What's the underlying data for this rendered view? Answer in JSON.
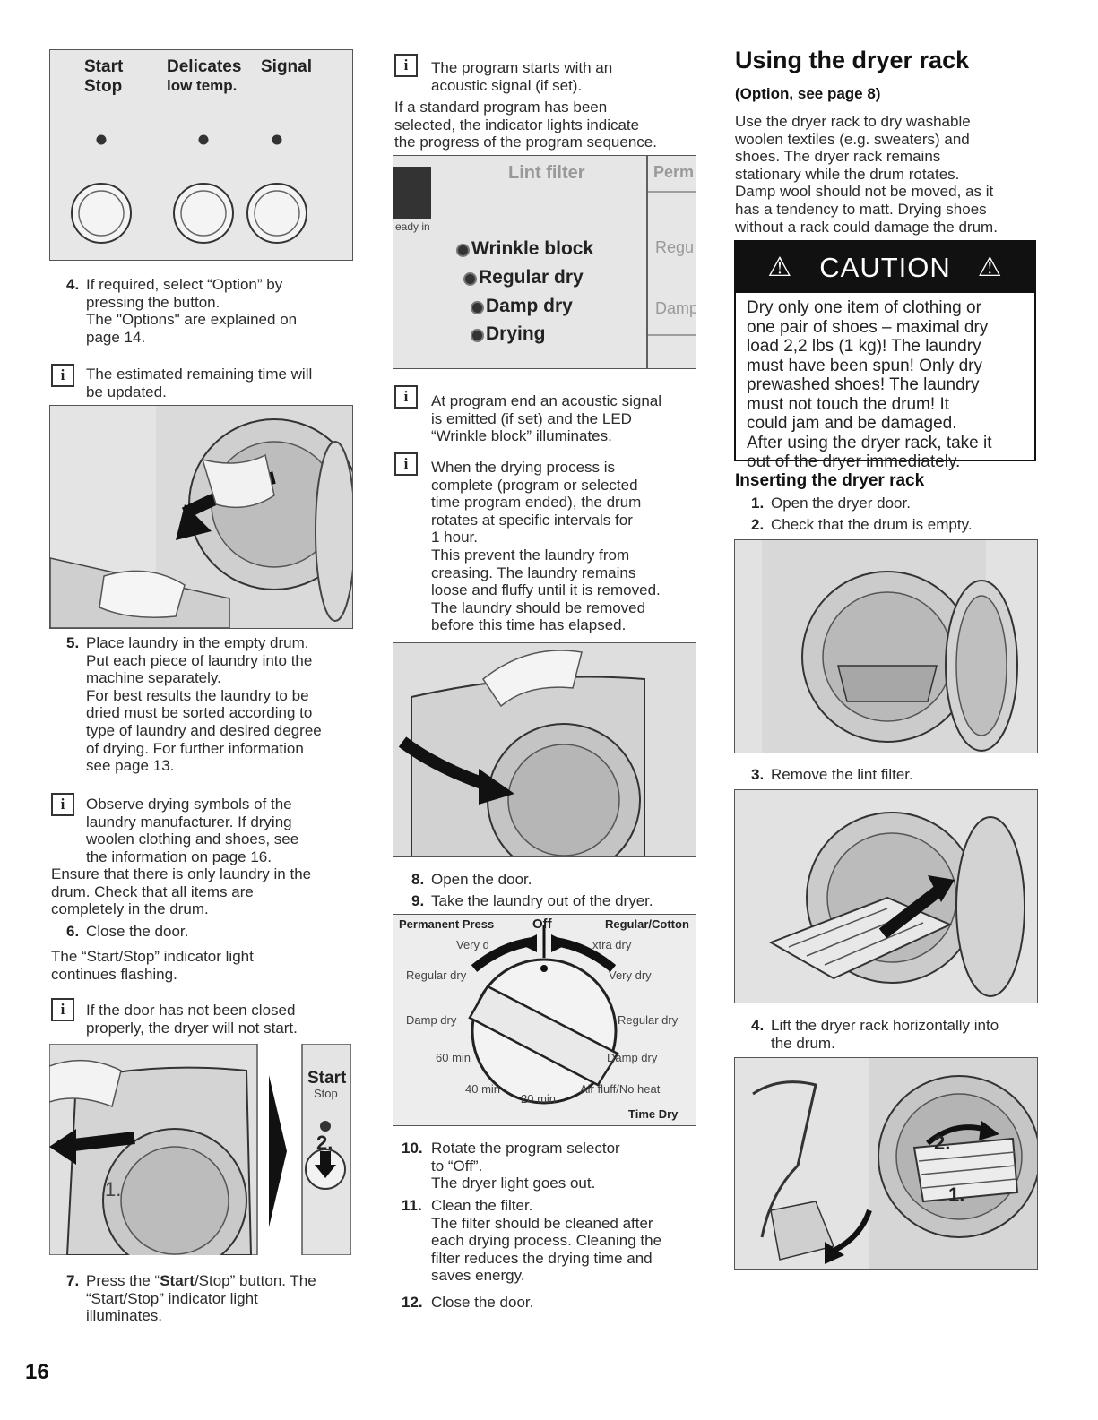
{
  "page_number": "16",
  "col1": {
    "fig_panel": {
      "label1_line1": "Start",
      "label1_line2": "Stop",
      "label2_line1": "Delicates",
      "label2_line2": "low temp.",
      "label3": "Signal"
    },
    "step4": {
      "num": "4.",
      "text1": "If required, select “Option” by",
      "text2": "pressing the button.",
      "text3": "The \"Options\" are explained on",
      "text4": "page 14."
    },
    "note1": {
      "icon": "i",
      "line1": "The estimated remaining time will",
      "line2": "be updated."
    },
    "step5": {
      "num": "5.",
      "lines": [
        "Place laundry in the empty drum.",
        "Put each piece of laundry into the",
        "machine separately.",
        "For best results the laundry to be",
        "dried must be sorted according to",
        "type of laundry and desired degree",
        "of drying. For further information",
        "see page 13."
      ]
    },
    "note2": {
      "icon": "i",
      "lines": [
        "Observe drying symbols of the",
        "laundry manufacturer. If drying",
        "woolen clothing and shoes, see",
        "the information on page 16."
      ]
    },
    "ensure": {
      "lines": [
        "Ensure that there is only laundry in the",
        "drum. Check that all items are",
        "completely in the drum."
      ]
    },
    "step6": {
      "num": "6.",
      "text": "Close the door."
    },
    "startstop": {
      "lines": [
        "The “Start/Stop” indicator light",
        "continues flashing."
      ]
    },
    "note3": {
      "icon": "i",
      "lines": [
        "If the door has not been closed",
        "properly, the dryer will not start."
      ]
    },
    "fig_door": {
      "label_start": "Start",
      "label_stop": "Stop",
      "mark1": "1.",
      "mark2": "2."
    },
    "step7": {
      "num": "7.",
      "pre": "Press the “",
      "bold": "Start",
      "post": "/Stop” button. The",
      "line2": "“Start/Stop” indicator light",
      "line3": "illuminates."
    }
  },
  "col2": {
    "note1": {
      "icon": "i",
      "line1": "The program starts with an",
      "line2": "acoustic signal (if set)."
    },
    "std": {
      "lines": [
        "If a standard program has been",
        "selected, the indicator lights indicate",
        "the progress of the program sequence."
      ]
    },
    "fig_progress": {
      "lint": "Lint filter",
      "perm": "Perm",
      "ready": "eady in",
      "items": [
        "Wrinkle block",
        "Regular dry",
        "Damp dry",
        "Drying"
      ],
      "right": [
        "Regu",
        "Damp"
      ]
    },
    "note2": {
      "icon": "i",
      "lines": [
        "At program end  an acoustic signal",
        "is emitted (if set) and the LED",
        "“Wrinkle block” illuminates."
      ]
    },
    "note3": {
      "icon": "i",
      "lines": [
        "When the drying process is",
        "complete (program or selected",
        "time program ended), the drum",
        "rotates at specific intervals for",
        "1 hour.",
        "This prevent the laundry from",
        "creasing. The laundry remains",
        "loose and fluffy until it is removed.",
        "The laundry should be removed",
        "before this time has elapsed."
      ]
    },
    "step8": {
      "num": "8.",
      "text": "Open the door."
    },
    "step9": {
      "num": "9.",
      "text": "Take the laundry out of the dryer."
    },
    "fig_dial": {
      "perm": "Permanent Press",
      "off": "Off",
      "regcot": "Regular/Cotton",
      "very1": "Very d",
      "extra": "xtra dry",
      "regdry_l": "Regular dry",
      "verydry_r": "Very dry",
      "damp_l": "Damp dry",
      "regdry_r": "Regular dry",
      "min60": "60 min",
      "damp_r": "Damp dry",
      "min40": "40 min",
      "air": "Air fluff/No heat",
      "min20": "20 min",
      "timedry": "Time Dry"
    },
    "step10": {
      "num": "10.",
      "line1": "Rotate the program selector",
      "line2": "to “Off”.",
      "line3": "The dryer light goes out."
    },
    "step11": {
      "num": "11.",
      "line1": "Clean the filter.",
      "lines": [
        "The filter should be cleaned after",
        "each drying process. Cleaning the",
        "filter reduces the drying time and",
        "saves energy."
      ]
    },
    "step12": {
      "num": "12.",
      "text": "Close the door."
    }
  },
  "col3": {
    "heading": "Using the dryer rack",
    "subheading": "(Option, see page 8)",
    "intro": [
      "Use the dryer rack to dry washable",
      "woolen textiles (e.g. sweaters) and",
      "shoes. The dryer rack remains",
      "stationary while the drum rotates.",
      "Damp wool should not be moved, as it",
      "has a tendency to matt. Drying shoes",
      "without a rack could damage the drum."
    ],
    "caution": {
      "title": "CAUTION",
      "lines": [
        "Dry only one item of clothing or",
        "one pair of shoes – maximal dry",
        "load  2,2 lbs (1 kg)! The laundry",
        "must have been spun! Only dry",
        "prewashed shoes! The laundry",
        "must not touch the drum! It",
        "could jam and be damaged.",
        "After using the dryer rack, take it",
        "out of the dryer immediately."
      ]
    },
    "insert_heading": "Inserting the dryer rack",
    "step1": {
      "num": "1.",
      "text": "Open the dryer door."
    },
    "step2": {
      "num": "2.",
      "text": "Check that the drum is empty."
    },
    "step3": {
      "num": "3.",
      "text": "Remove the lint filter."
    },
    "step4": {
      "num": "4.",
      "line1": "Lift the dryer rack horizontally into",
      "line2": "the drum."
    },
    "fig_rack": {
      "mark2": "2.",
      "mark1": "1."
    }
  }
}
